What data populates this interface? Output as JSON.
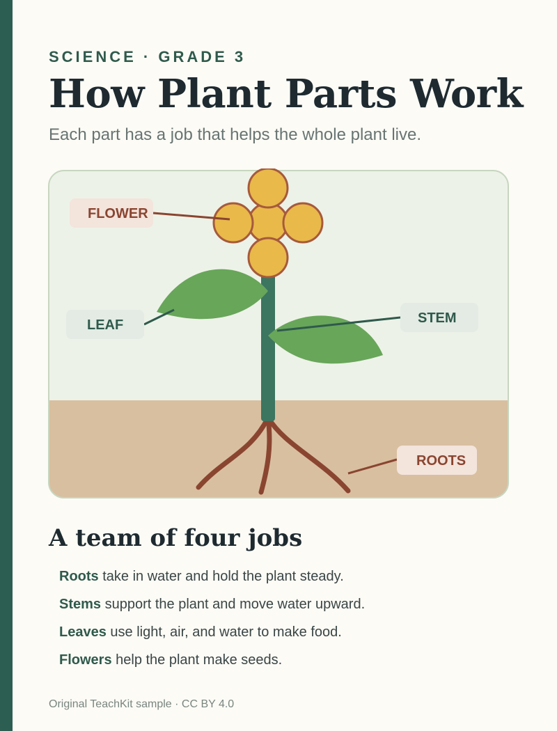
{
  "header": {
    "eyebrow": "SCIENCE · GRADE 3",
    "title": "How Plant Parts Work",
    "subtitle": "Each part has a job that helps the whole plant live."
  },
  "diagram": {
    "labels": {
      "flower": "FLOWER",
      "leaf": "LEAF",
      "stem": "STEM",
      "roots": "ROOTS"
    },
    "colors": {
      "sky": "#edf2e8",
      "soil": "#d8bfa0",
      "stem": "#3c7560",
      "leaf": "#68a65a",
      "petal": "#e9b94a",
      "petal_outline": "#a65a3c",
      "root": "#8a4530"
    }
  },
  "section": {
    "title": "A team of four jobs",
    "items": [
      {
        "term": "Roots",
        "text": " take in water and hold the plant steady."
      },
      {
        "term": "Stems",
        "text": " support the plant and move water upward."
      },
      {
        "term": "Leaves",
        "text": " use light, air, and water to make food."
      },
      {
        "term": "Flowers",
        "text": " help the plant make seeds."
      }
    ]
  },
  "footer": {
    "credit": "Original TeachKit sample · CC BY 4.0"
  }
}
